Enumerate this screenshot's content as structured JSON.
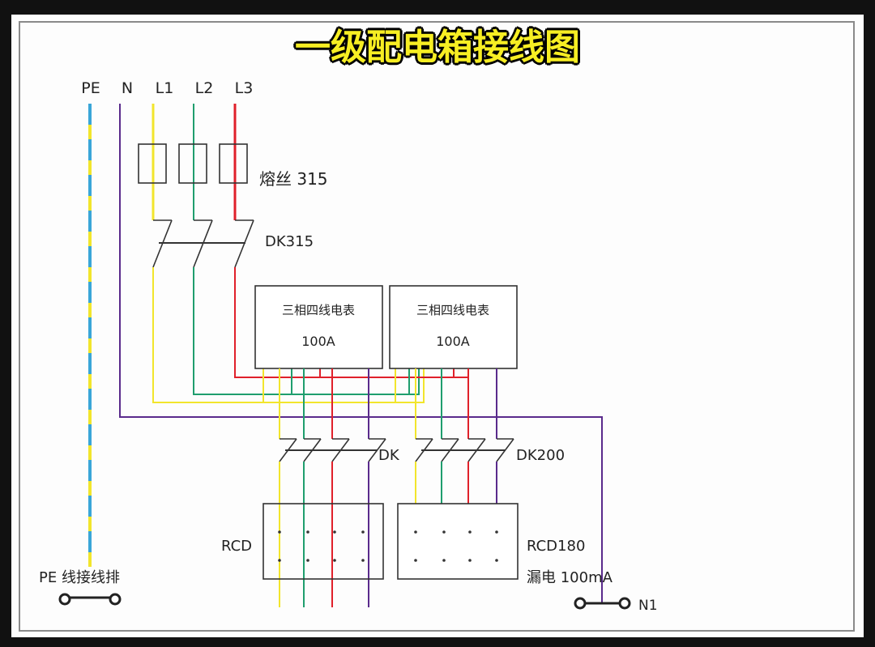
{
  "title": "一级配电箱接线图",
  "bus_labels": {
    "pe": "PE",
    "n": "N",
    "l1": "L1",
    "l2": "L2",
    "l3": "L3"
  },
  "fuse_label": "熔丝 315",
  "main_switch_label": "DK315",
  "meters": [
    {
      "name": "三相四线电表",
      "rating": "100A"
    },
    {
      "name": "三相四线电表",
      "rating": "100A"
    }
  ],
  "branch_switch_labels": [
    "DK",
    "DK200"
  ],
  "rcd_labels": {
    "left": "RCD",
    "right": "RCD180",
    "leak": "漏电 100mA"
  },
  "pe_busbar_label": "PE 线接线排",
  "n_terminal_label": "N1",
  "colors": {
    "l1": "#f2e52c",
    "l2": "#1f9e6e",
    "l3": "#e0202a",
    "n": "#5a2b8c",
    "pe_yellow": "#f2e52c",
    "pe_blue": "#3aa6d8",
    "stroke": "#333333"
  }
}
